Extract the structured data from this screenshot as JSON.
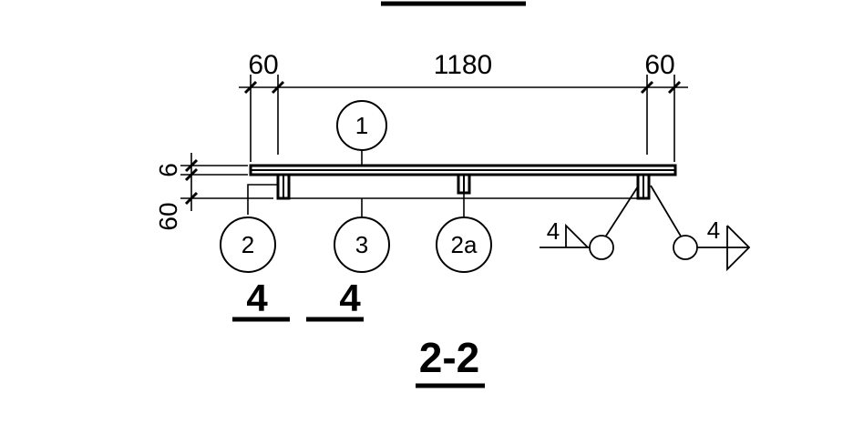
{
  "dimensions": {
    "top": [
      "60",
      "1180",
      "60"
    ],
    "left": [
      "6",
      "60"
    ]
  },
  "bubbles": [
    {
      "label": "1"
    },
    {
      "label": "2"
    },
    {
      "label": "3"
    },
    {
      "label": "2a"
    }
  ],
  "sub_labels": [
    "4",
    "4"
  ],
  "weld_sizes": [
    "4",
    "4"
  ],
  "section_title": "2-2"
}
